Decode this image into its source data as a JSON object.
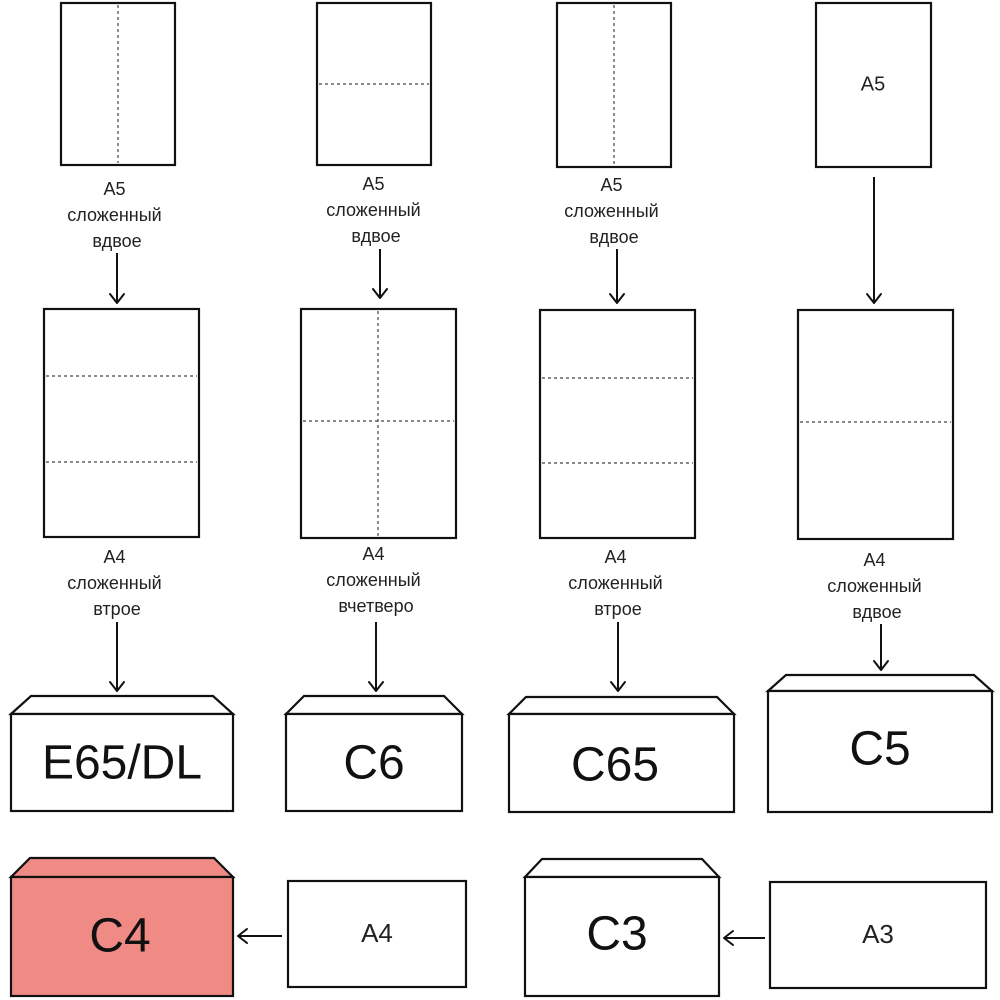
{
  "colors": {
    "envelope_fill": "#ffffff",
    "highlight_fill": "#f08a84",
    "stroke": "#111111"
  },
  "columns": [
    {
      "top_caption": [
        "A5",
        "сложенный",
        "вдвое"
      ],
      "middle_caption": [
        "A4",
        "сложенный",
        "втрое"
      ],
      "envelope_label": "E65/DL"
    },
    {
      "top_caption": [
        "A5",
        "сложенный",
        "вдвое"
      ],
      "middle_caption": [
        "A4",
        "сложенный",
        "вчетверо"
      ],
      "envelope_label": "C6"
    },
    {
      "top_caption": [
        "A5",
        "сложенный",
        "вдвое"
      ],
      "middle_caption": [
        "A4",
        "сложенный",
        "втрое"
      ],
      "envelope_label": "C65"
    },
    {
      "top_sheet_label": "A5",
      "middle_caption": [
        "A4",
        "сложенный",
        "вдвое"
      ],
      "envelope_label": "C5"
    }
  ],
  "bottom_row": [
    {
      "envelope_label": "C4",
      "sheet_label": "A4",
      "highlighted": true
    },
    {
      "envelope_label": "C3",
      "sheet_label": "A3",
      "highlighted": false
    }
  ]
}
